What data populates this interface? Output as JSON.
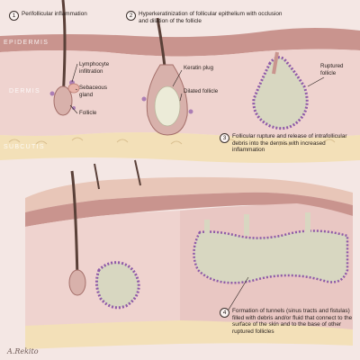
{
  "layers": {
    "epidermis": "EPIDERMIS",
    "dermis": "DERMIS",
    "subcutis": "SUBCUTIS"
  },
  "steps": [
    {
      "number": "1",
      "text": "Perifollicular inflammation"
    },
    {
      "number": "2",
      "text": "Hyperkeratinization of follicular epithelium with occlusion and dilation of the follicle"
    },
    {
      "number": "3",
      "text": "Follicular rupture and release of intrafollicular debris into the dermis with increased inflammation"
    },
    {
      "number": "4",
      "text": "Formation of tunnels (sinus tracts and fistulas) filled with debris and/or fluid that connect to the surface of the skin and to the base of other ruptured follicles"
    }
  ],
  "labels": {
    "lymphocyte": "Lymphocyte infiltration",
    "sebaceous": "Sebaceous gland",
    "follicle": "Follicle",
    "keratin": "Keratin plug",
    "dilated": "Dilated follicle",
    "ruptured": "Ruptured follicle"
  },
  "signature": "A.Rekito",
  "colors": {
    "epidermis": "#c9948e",
    "dermis": "#efd3cf",
    "subcutis": "#f3e0b8",
    "inflammation": "#8e5aa8",
    "debris": "#d8d7c1",
    "hair": "#5a4038"
  }
}
